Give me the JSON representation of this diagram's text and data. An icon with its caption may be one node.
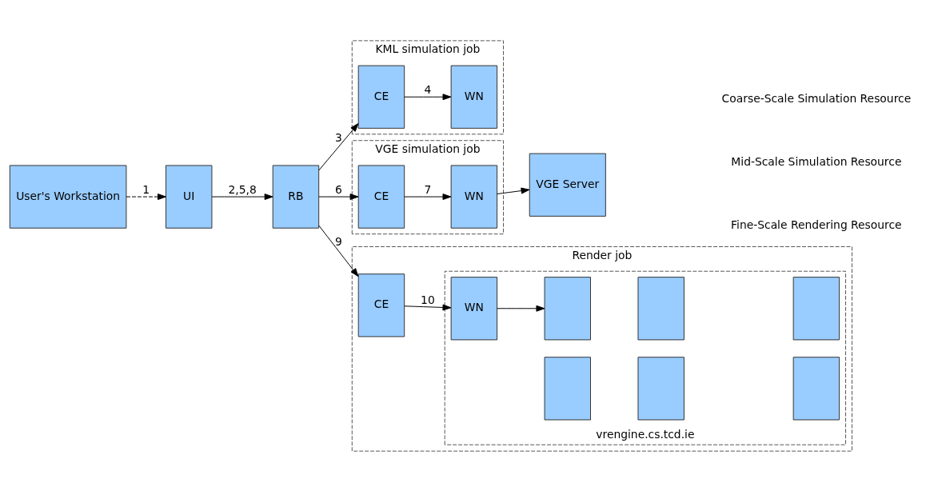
{
  "diagram": {
    "nodes": [
      {
        "text": [
          "User's Workstation"
        ]
      },
      {
        "text": [
          "UI"
        ]
      },
      {
        "text": [
          "RB"
        ]
      },
      {
        "text": [
          "KML simulation job"
        ]
      },
      {
        "text": [
          "CE"
        ],
        "in": 3
      },
      {
        "text": [
          "WN"
        ],
        "in": 3
      },
      {
        "text": [
          "VGE simulation job"
        ]
      },
      {
        "text": [
          "CE"
        ],
        "in": 6
      },
      {
        "text": [
          "WN"
        ],
        "in": 6
      },
      {
        "text": [
          "VGE Server"
        ]
      },
      {
        "text": [
          "Render job"
        ]
      },
      {
        "text": [
          "CE"
        ],
        "in": 10
      },
      {
        "text": [
          "vrengine.cs.tcd.ie"
        ],
        "in": 10
      },
      {
        "text": [
          "WN"
        ],
        "in": 12
      },
      {
        "text": [],
        "shape": "box",
        "in": 12
      },
      {
        "text": [],
        "shape": "box",
        "in": 12
      },
      {
        "text": [],
        "shape": "box",
        "in": 12
      },
      {
        "text": [],
        "shape": "box",
        "in": 12
      },
      {
        "text": [],
        "shape": "box",
        "in": 12
      },
      {
        "text": [],
        "shape": "box",
        "in": 12
      }
    ],
    "edges": [
      {
        "from": 0,
        "to": 1,
        "arrow": "to",
        "label": "1",
        "style": "dashed"
      },
      {
        "from": 1,
        "to": 2,
        "arrow": "to",
        "label": "2,5,8"
      },
      {
        "from": 2,
        "to": 4,
        "arrow": "to",
        "label": "3"
      },
      {
        "from": 4,
        "to": 5,
        "arrow": "to",
        "label": "4"
      },
      {
        "from": 2,
        "to": 7,
        "arrow": "to",
        "label": "6"
      },
      {
        "from": 7,
        "to": 8,
        "arrow": "to",
        "label": "7"
      },
      {
        "from": 8,
        "to": 9,
        "arrow": "to"
      },
      {
        "from": 2,
        "to": 11,
        "arrow": "to",
        "label": "9"
      },
      {
        "from": 11,
        "to": 13,
        "arrow": "to",
        "label": "10"
      },
      {
        "from": 13,
        "to": 17,
        "arrow": "to"
      }
    ],
    "labels": [
      "Coarse-Scale Simulation Resource",
      "Mid-Scale Simulation Resource",
      "Fine-Scale Rendering Resource"
    ]
  }
}
